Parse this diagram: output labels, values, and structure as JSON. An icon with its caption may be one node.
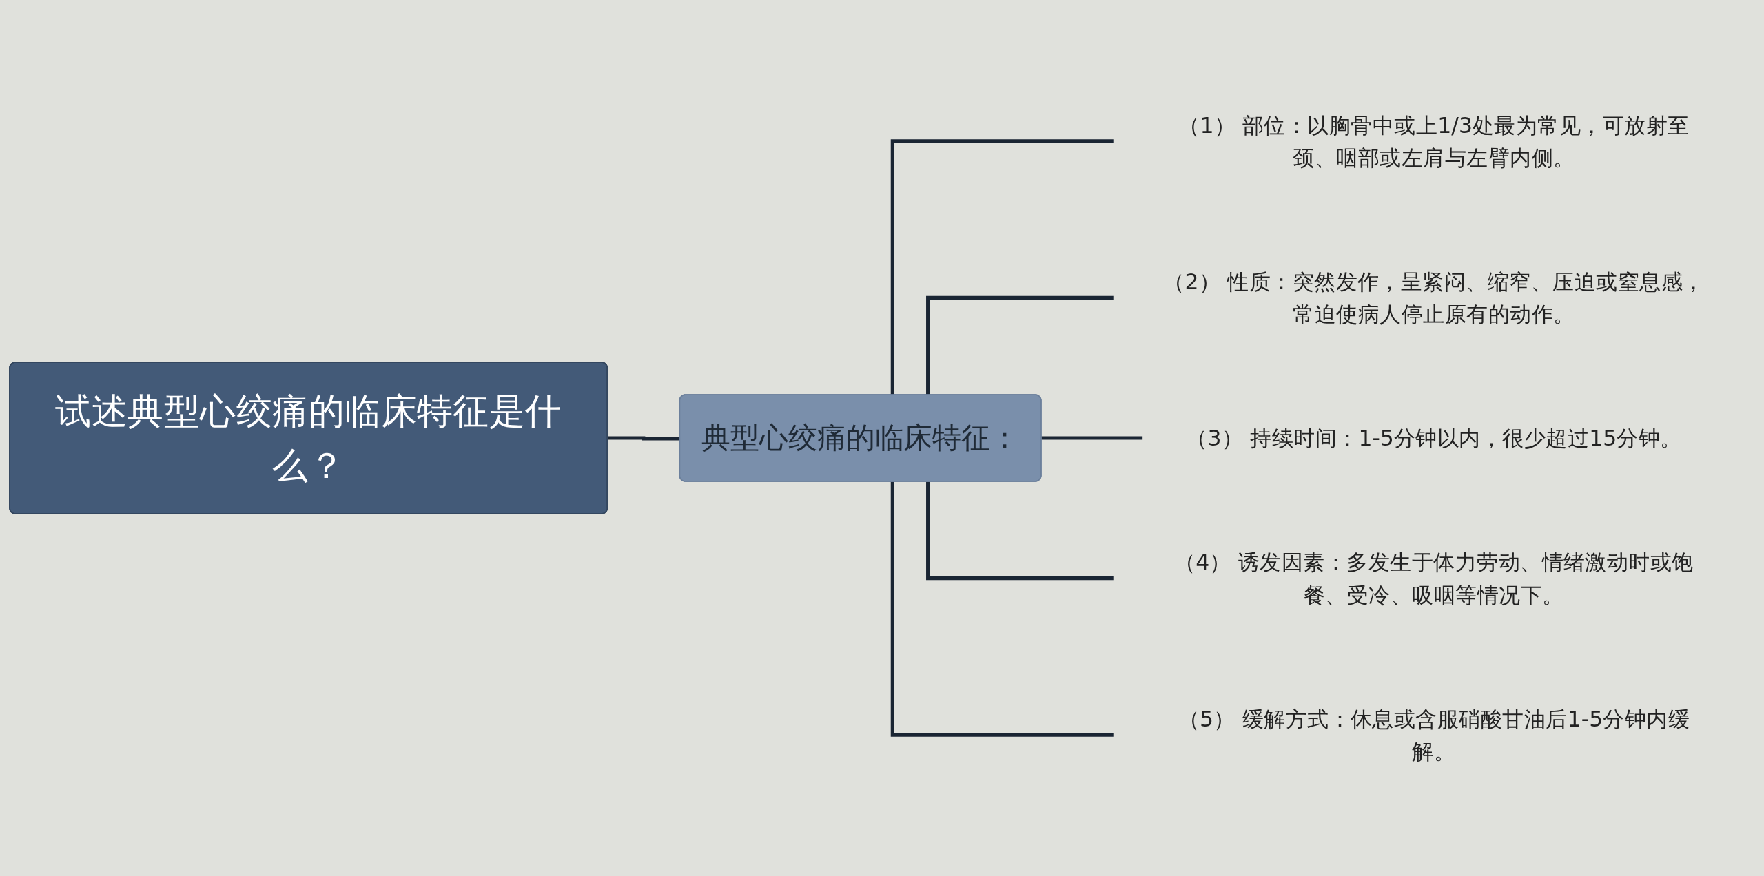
{
  "diagram": {
    "nodes": [
      {
        "text": [
          "试述典型心绞痛的临床特征是什么？"
        ]
      },
      {
        "text": [
          "典型心绞痛的临床特征："
        ]
      },
      {
        "text": [
          "（1） 部位：以胸骨中或上1/3处最为常见，可放射至颈、咽部或左肩与左臂内侧。"
        ]
      },
      {
        "text": [
          "（2） 性质：突然发作，呈紧闷、缩窄、压迫或窒息感，常迫使病人停止原有的动作。"
        ]
      },
      {
        "text": [
          "（3） 持续时间：1-5分钟以内，很少超过15分钟。"
        ]
      },
      {
        "text": [
          "（4） 诱发因素：多发生于体力劳动、情绪激动时或饱餐、受冷、吸咽等情况下。"
        ]
      },
      {
        "text": [
          "（5） 缓解方式：休息或含服硝酸甘油后1-5分钟内缓解。"
        ]
      }
    ],
    "edges": [
      {
        "from": 0,
        "to": 1,
        "arrow": "none"
      },
      {
        "from": 1,
        "to": 2,
        "arrow": "none"
      },
      {
        "from": 1,
        "to": 3,
        "arrow": "none"
      },
      {
        "from": 1,
        "to": 4,
        "arrow": "none"
      },
      {
        "from": 1,
        "to": 5,
        "arrow": "none"
      },
      {
        "from": 1,
        "to": 6,
        "arrow": "none"
      }
    ]
  }
}
